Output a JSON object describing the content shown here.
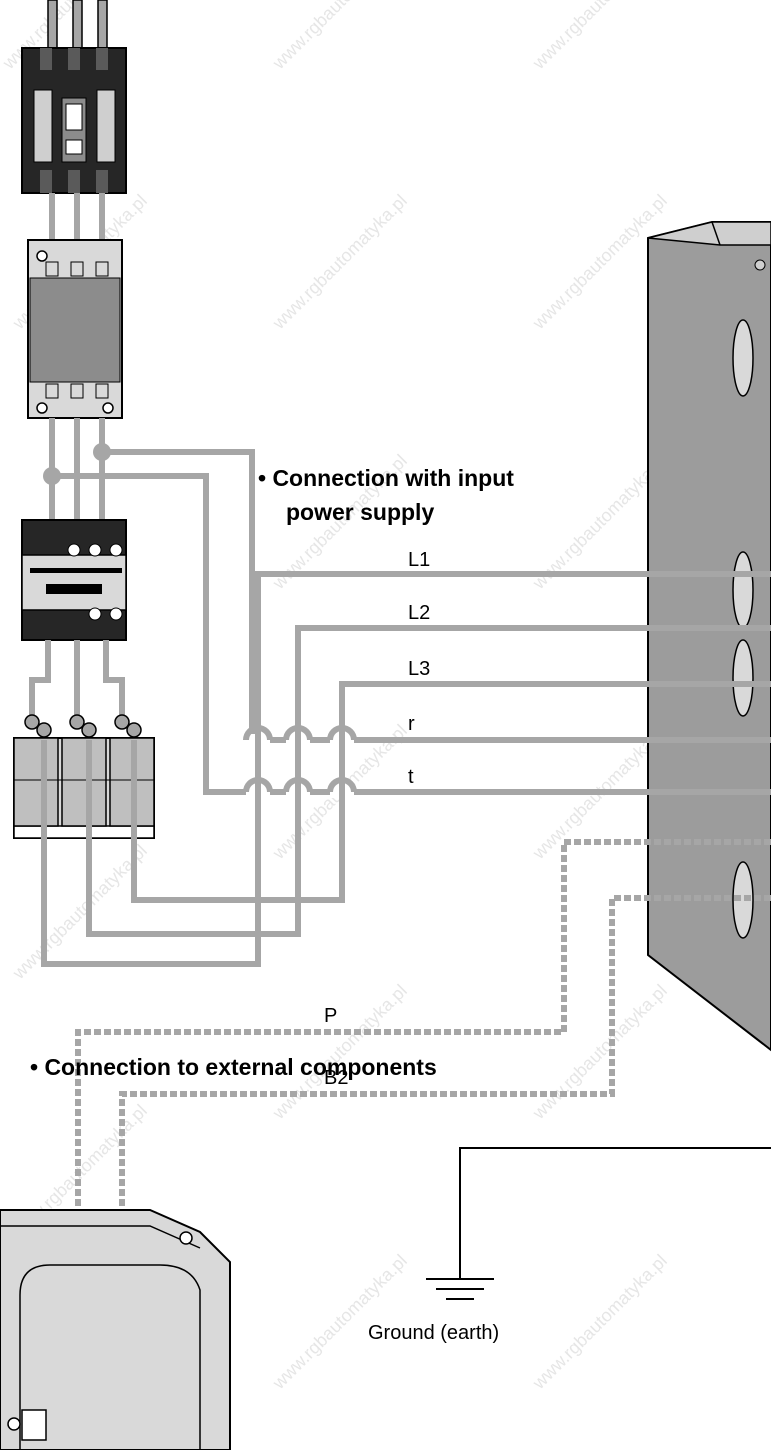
{
  "watermark": "www.rgbautomatyka.pl",
  "labels": {
    "input_heading_1": "• Connection with input",
    "input_heading_2": "power supply",
    "line_l1": "L1",
    "line_l2": "L2",
    "line_l3": "L3",
    "line_r": "r",
    "line_t": "t",
    "external_heading": "• Connection to external components",
    "line_p": "P",
    "line_b2": "B2",
    "ground": "Ground (earth)"
  },
  "colors": {
    "wire": "#a6a6a6",
    "wire_dashed": "#a6a6a6",
    "breaker_body": "#262626",
    "enclosure": "#9c9c9c",
    "component_light": "#d9d9d9",
    "text": "#000000",
    "watermark": "#e6e6e6"
  }
}
